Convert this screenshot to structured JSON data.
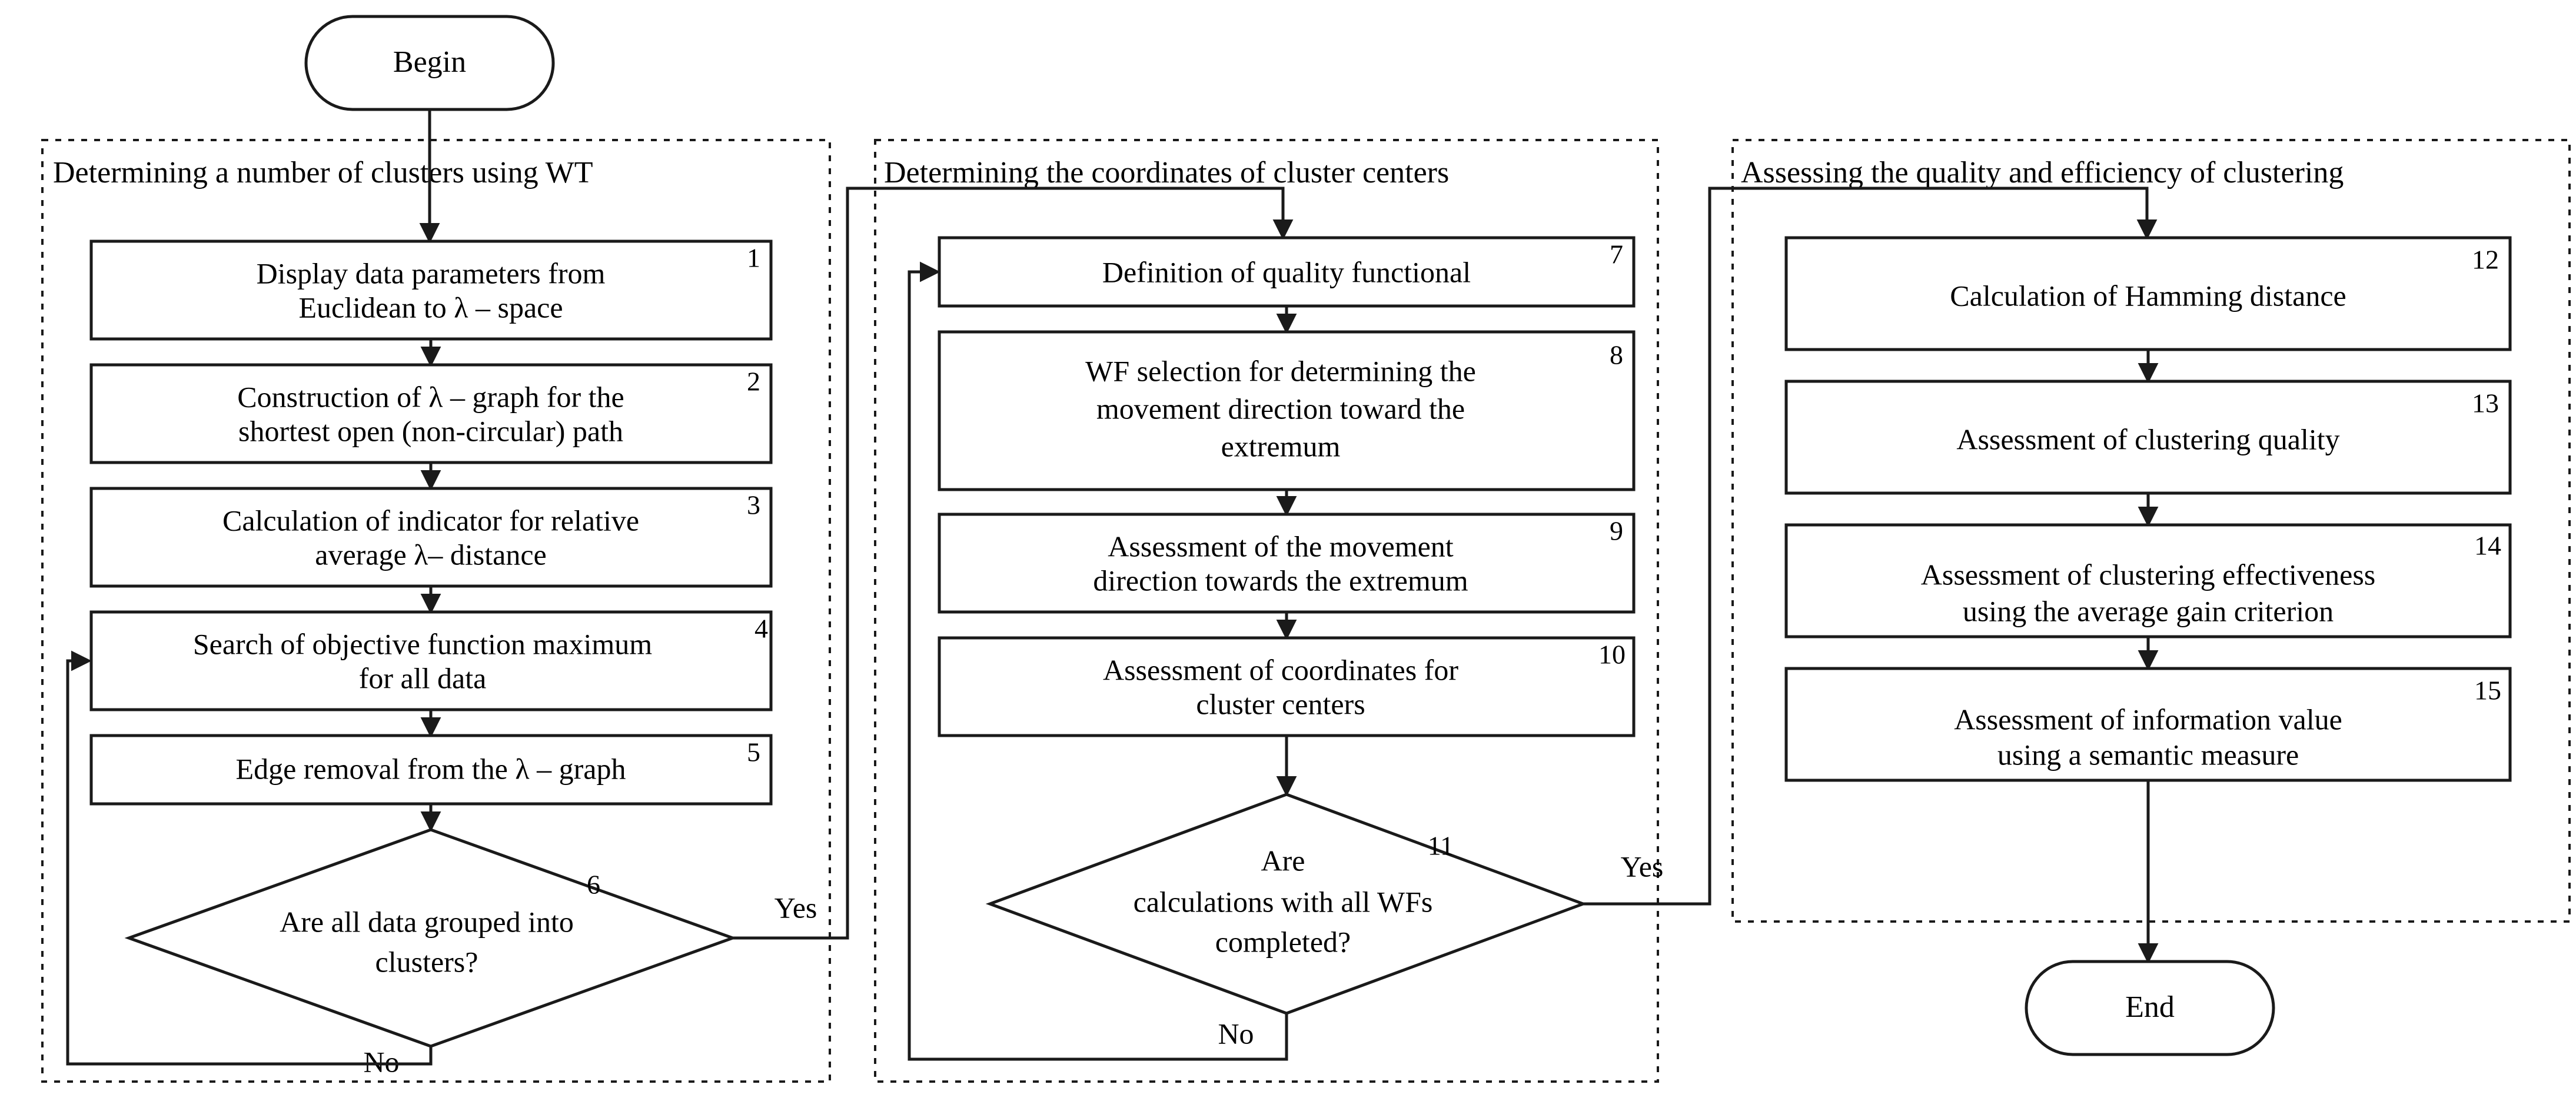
{
  "diagram": {
    "title": "Clustering algorithm flowchart",
    "start_terminator": {
      "label": "Begin"
    },
    "end_terminator": {
      "label": "End"
    },
    "groups": [
      {
        "id": "g1",
        "title": "Determining a number of clusters using WT"
      },
      {
        "id": "g2",
        "title": "Determining the coordinates of cluster centers"
      },
      {
        "id": "g3",
        "title": "Assessing the quality and efficiency of clustering"
      }
    ],
    "nodes": [
      {
        "num": "1",
        "type": "process",
        "group": "g1",
        "lines": [
          "Display data parameters from",
          "Euclidean to λ – space"
        ]
      },
      {
        "num": "2",
        "type": "process",
        "group": "g1",
        "lines": [
          "Construction of λ – graph for the",
          "shortest open (non-circular) path"
        ]
      },
      {
        "num": "3",
        "type": "process",
        "group": "g1",
        "lines": [
          "Calculation of indicator for relative",
          "average λ– distance"
        ]
      },
      {
        "num": "4",
        "type": "process",
        "group": "g1",
        "lines": [
          "Search of objective function maximum",
          "for all data"
        ]
      },
      {
        "num": "5",
        "type": "process",
        "group": "g1",
        "lines": [
          "Edge removal from the λ – graph"
        ]
      },
      {
        "num": "6",
        "type": "decision",
        "group": "g1",
        "lines": [
          "Are all data grouped into",
          "clusters?"
        ],
        "yes_label": "Yes",
        "no_label": "No"
      },
      {
        "num": "7",
        "type": "process",
        "group": "g2",
        "lines": [
          "Definition of quality functional"
        ]
      },
      {
        "num": "8",
        "type": "process",
        "group": "g2",
        "lines": [
          "WF selection for determining the",
          "movement direction toward the",
          "extremum"
        ]
      },
      {
        "num": "9",
        "type": "process",
        "group": "g2",
        "lines": [
          "Assessment of the movement",
          "direction towards the extremum"
        ]
      },
      {
        "num": "10",
        "type": "process",
        "group": "g2",
        "lines": [
          "Assessment of coordinates for",
          "cluster centers"
        ]
      },
      {
        "num": "11",
        "type": "decision",
        "group": "g2",
        "lines": [
          "Are",
          "calculations with all WFs",
          "completed?"
        ],
        "yes_label": "Yes",
        "no_label": "No"
      },
      {
        "num": "12",
        "type": "process",
        "group": "g3",
        "lines": [
          "Calculation of Hamming distance"
        ]
      },
      {
        "num": "13",
        "type": "process",
        "group": "g3",
        "lines": [
          "Assessment of clustering quality"
        ]
      },
      {
        "num": "14",
        "type": "process",
        "group": "g3",
        "lines": [
          "Assessment of clustering effectiveness",
          "using the average gain criterion"
        ]
      },
      {
        "num": "15",
        "type": "process",
        "group": "g3",
        "lines": [
          "Assessment of information value",
          "using a semantic measure"
        ]
      }
    ],
    "colors": {
      "stroke": "#1a1a1a",
      "fill": "#ffffff",
      "background": "#ffffff"
    }
  }
}
